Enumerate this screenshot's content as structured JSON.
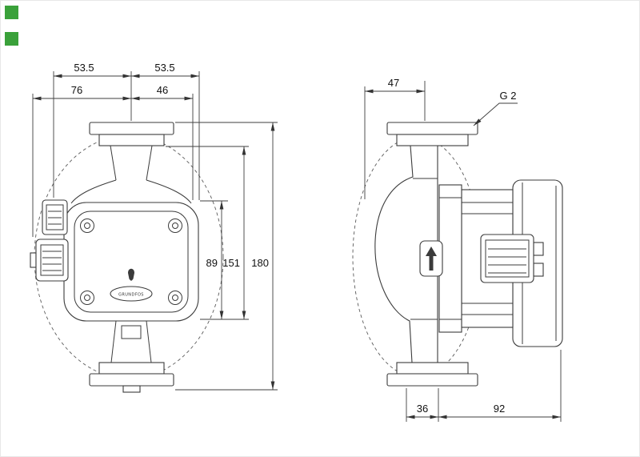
{
  "page": {
    "background_color": "#ffffff",
    "line_color": "#3b3b3b",
    "marker_color": "#3aa13a"
  },
  "front_view": {
    "logo_text": "GRUNDFOS",
    "dims": {
      "top_half_left": "53.5",
      "top_half_right": "53.5",
      "width_left": "76",
      "width_right": "46",
      "height_small": "89",
      "height_mid": "151",
      "height_total": "180"
    }
  },
  "side_view": {
    "thread_label": "G 2",
    "dims": {
      "top_width": "47",
      "bottom_left": "36",
      "bottom_right": "92"
    }
  }
}
